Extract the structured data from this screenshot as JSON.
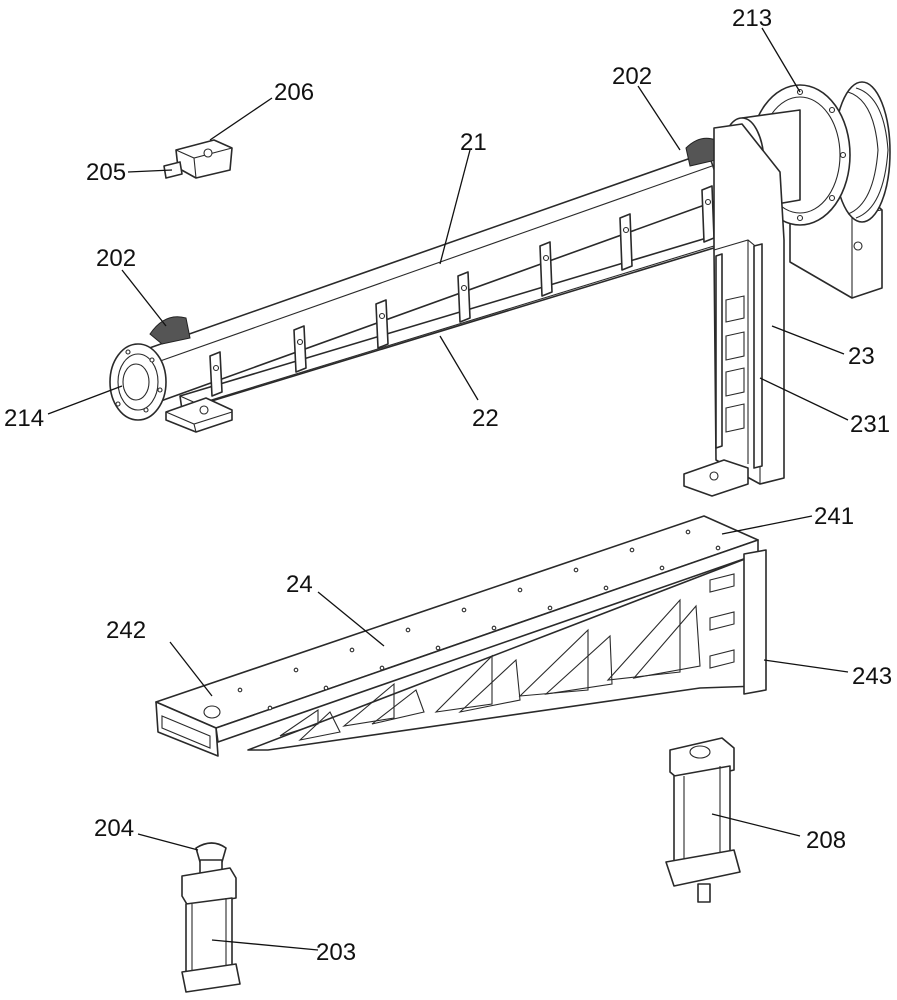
{
  "labels": {
    "l213": "213",
    "l206": "206",
    "l202a": "202",
    "l21": "21",
    "l205": "205",
    "l202b": "202",
    "l23": "23",
    "l214": "214",
    "l22": "22",
    "l231": "231",
    "l241": "241",
    "l24": "24",
    "l242": "242",
    "l243": "243",
    "l204": "204",
    "l208": "208",
    "l203": "203"
  }
}
